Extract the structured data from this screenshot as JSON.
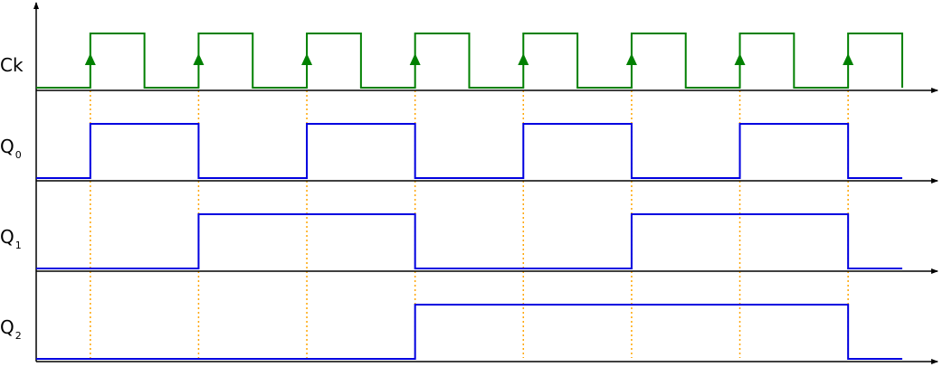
{
  "colors": {
    "clock": "#008000",
    "signal": "#0000e0",
    "edge_marker": "#ffa500",
    "axis": "#000000"
  },
  "time_units": 16,
  "signals": [
    {
      "id": "ck",
      "label": "Ck",
      "sub": "",
      "levels": [
        0,
        1,
        0,
        1,
        0,
        1,
        0,
        1,
        0,
        1,
        0,
        1,
        0,
        1,
        0,
        1
      ]
    },
    {
      "id": "q0",
      "label": "Q",
      "sub": "0",
      "levels": [
        0,
        1,
        1,
        0,
        0,
        1,
        1,
        0,
        0,
        1,
        1,
        0,
        0,
        1,
        1,
        0
      ]
    },
    {
      "id": "q1",
      "label": "Q",
      "sub": "1",
      "levels": [
        0,
        0,
        0,
        1,
        1,
        1,
        1,
        0,
        0,
        0,
        0,
        1,
        1,
        1,
        1,
        0
      ]
    },
    {
      "id": "q2",
      "label": "Q",
      "sub": "2",
      "levels": [
        0,
        0,
        0,
        0,
        0,
        0,
        0,
        1,
        1,
        1,
        1,
        1,
        1,
        1,
        1,
        0
      ]
    }
  ],
  "rising_edges": [
    1,
    3,
    5,
    7,
    9,
    11,
    13,
    15
  ]
}
